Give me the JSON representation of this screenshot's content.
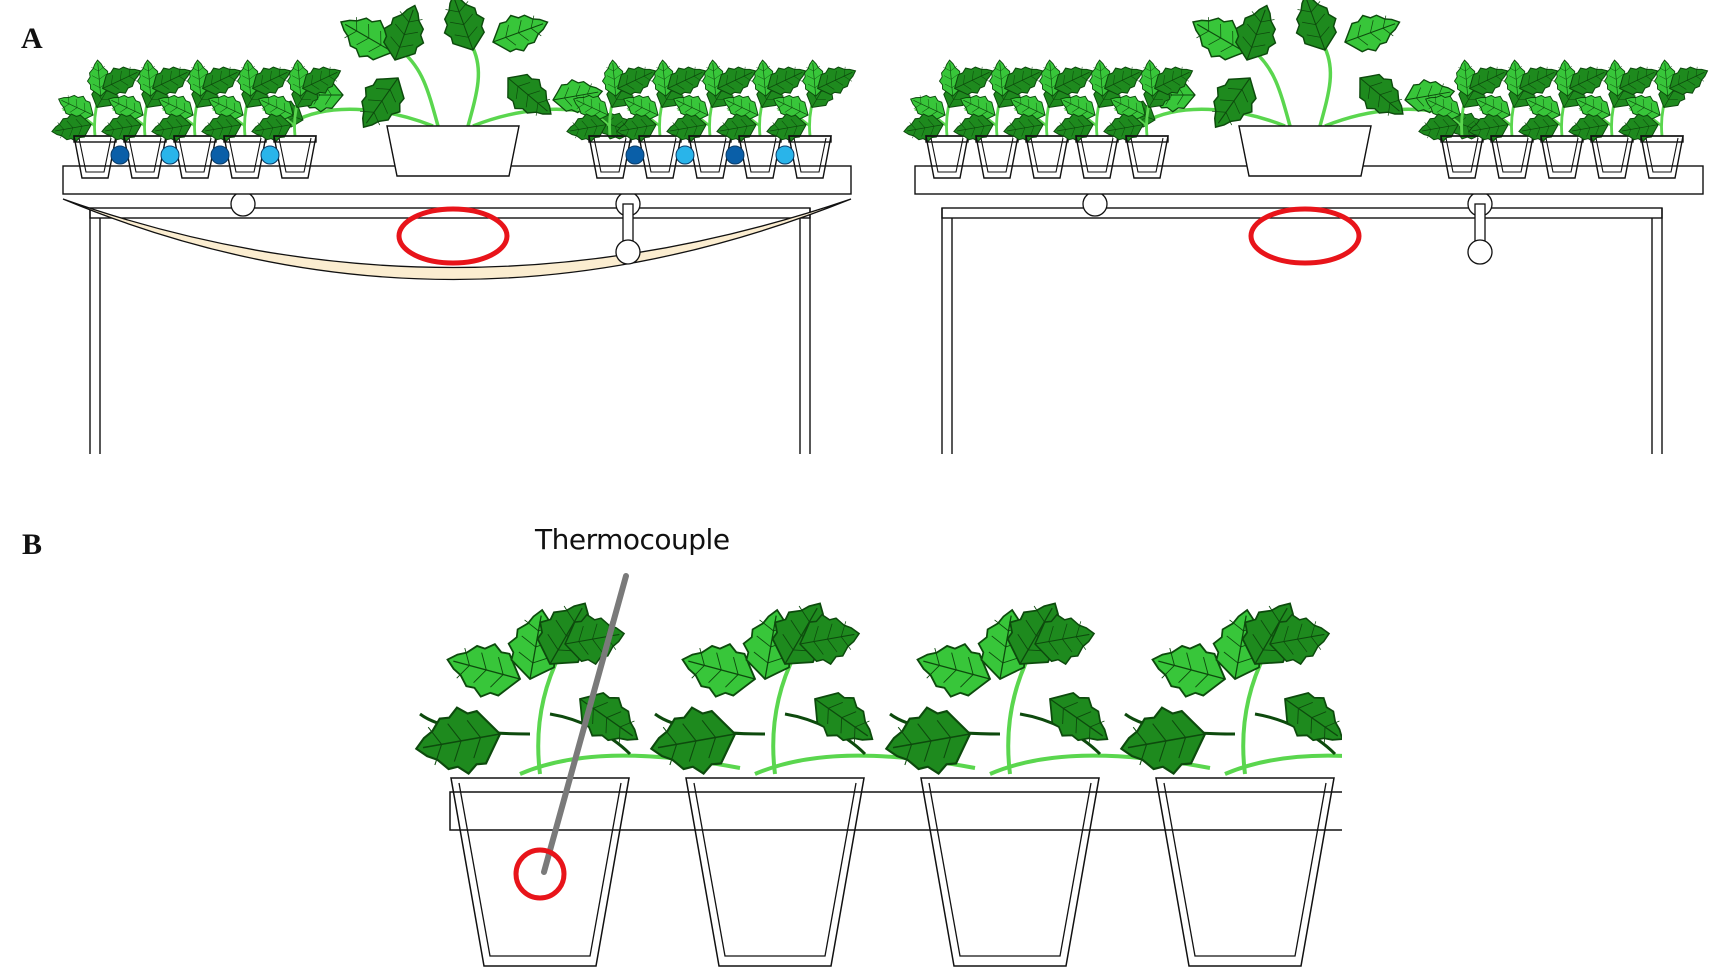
{
  "panels": {
    "a_label": "A",
    "b_label": "B"
  },
  "annotations": {
    "thermocouple": "Thermocouple"
  },
  "colors": {
    "outline": "#111111",
    "leaf_dark": "#1e8a1e",
    "leaf_light": "#38c63a",
    "leaf_vein": "#0d4a0d",
    "stem": "#5ad64e",
    "marker_red": "#e8141a",
    "sensor_dark": "#0a5fa8",
    "sensor_light": "#29b4ea",
    "sag_fill": "#fbedd0",
    "probe": "#7a7a7a"
  },
  "icons": [
    "plant-icon",
    "pot-icon",
    "sensor-dot-icon",
    "red-ring-icon",
    "pulley-icon"
  ]
}
